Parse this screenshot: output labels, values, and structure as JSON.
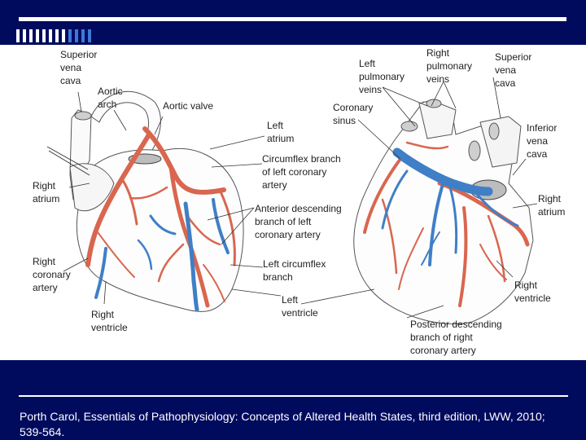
{
  "slide": {
    "citation": "Porth Carol, Essentials of Pathophysiology: Concepts of Altered Health States, third edition, LWW, 2010; 539-564."
  },
  "colors": {
    "background": "#000b5e",
    "artery": "#d9664f",
    "vein": "#3f7fc6"
  },
  "diagram": {
    "labels": {
      "superior_vena_cava_left": "Superior\nvena\ncava",
      "aortic_arch": "Aortic\narch",
      "aortic_valve": "Aortic valve",
      "left_atrium": "Left\natrium",
      "circumflex_branch": "Circumflex branch\nof left coronary\nartery",
      "right_atrium_left": "Right\natrium",
      "anterior_descending": "Anterior descending\nbranch of left\ncoronary artery",
      "right_coronary_artery": "Right\ncoronary\nartery",
      "left_circumflex_branch": "Left circumflex\nbranch",
      "right_ventricle_left": "Right\nventricle",
      "left_ventricle": "Left\nventricle",
      "left_pulmonary_veins": "Left\npulmonary\nveins",
      "right_pulmonary_veins": "Right\npulmonary\nveins",
      "superior_vena_cava_right": "Superior\nvena\ncava",
      "coronary_sinus": "Coronary\nsinus",
      "inferior_vena_cava": "Inferior\nvena\ncava",
      "right_atrium_right": "Right\natrium",
      "right_ventricle_right": "Right\nventricle",
      "posterior_descending": "Posterior descending\nbranch of right\ncoronary artery"
    }
  }
}
